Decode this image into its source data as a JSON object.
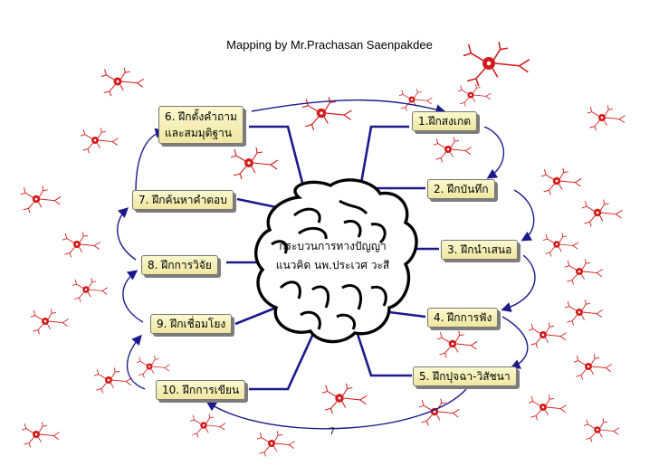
{
  "title": "Mapping by Mr.Prachasan Saenpakdee",
  "center": {
    "line1": "กระบวนการทางปัญญา",
    "line2": "แนวคิด นพ.ประเวศ วะสี"
  },
  "nodes": {
    "n1": "1.ฝึกสงเกต",
    "n2": "2. ฝึกบันทึก",
    "n3": "3. ฝึกนำเสนอ",
    "n4": "4. ฝึกการฟัง",
    "n5": "5. ฝึกปุจฉา-วิสัชนา",
    "n6_line1": "6. ฝึกตั้งคำถาม",
    "n6_line2": "และสมมุติฐาน",
    "n7": "7. ฝึกค้นหาคำตอบ",
    "n8": "8. ฝึกการวิจัย",
    "n9": "9. ฝึกเชื่อมโยง",
    "n10": "10. ฝึกการเขียน"
  },
  "page_number": "7",
  "colors": {
    "connector": "#1a1a8c",
    "neuron": "#d21b1b",
    "node_fill": "#f4eeb4"
  }
}
